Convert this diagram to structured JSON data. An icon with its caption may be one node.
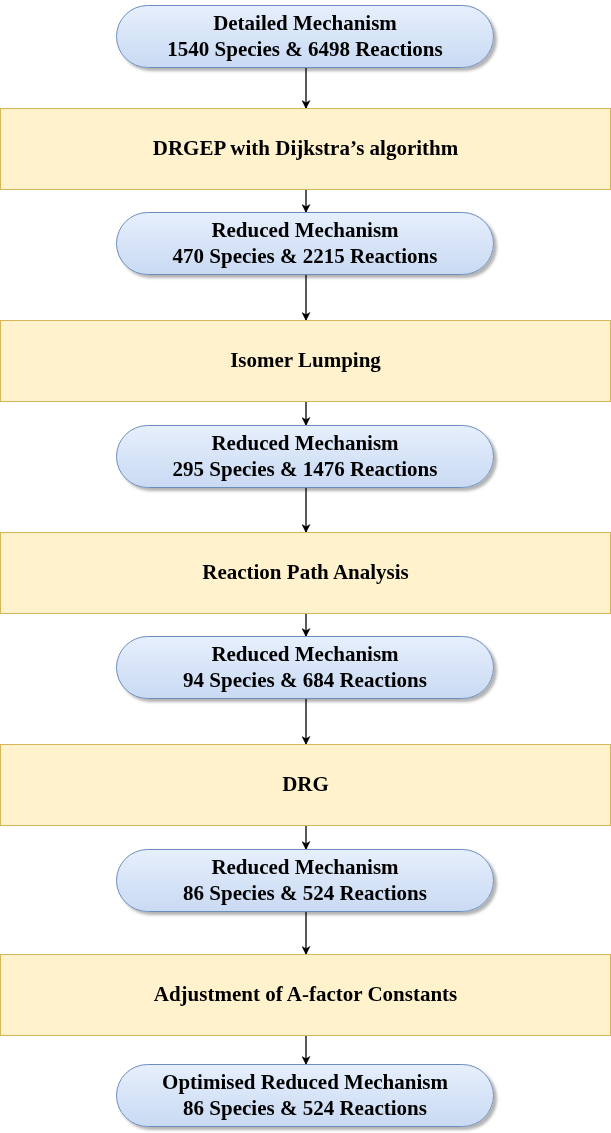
{
  "diagram": {
    "nodes": [
      {
        "text": [
          "Detailed Mechanism",
          "1540 Species & 6498 Reactions"
        ]
      },
      {
        "text": [
          "DRGEP with Dijkstra’s algorithm"
        ]
      },
      {
        "text": [
          "Reduced Mechanism",
          "470 Species & 2215 Reactions"
        ]
      },
      {
        "text": [
          "Isomer Lumping"
        ]
      },
      {
        "text": [
          "Reduced Mechanism",
          "295 Species & 1476 Reactions"
        ]
      },
      {
        "text": [
          "Reaction Path Analysis"
        ]
      },
      {
        "text": [
          "Reduced Mechanism",
          "94 Species & 684 Reactions"
        ]
      },
      {
        "text": [
          "DRG"
        ]
      },
      {
        "text": [
          "Reduced Mechanism",
          "86 Species & 524 Reactions"
        ]
      },
      {
        "text": [
          "Adjustment of A-factor Constants"
        ]
      },
      {
        "text": [
          "Optimised Reduced Mechanism",
          "86 Species & 524 Reactions"
        ]
      }
    ],
    "edges": [
      {
        "from": 0,
        "to": 1,
        "arrow": "to"
      },
      {
        "from": 1,
        "to": 2,
        "arrow": "to"
      },
      {
        "from": 2,
        "to": 3,
        "arrow": "to"
      },
      {
        "from": 3,
        "to": 4,
        "arrow": "to"
      },
      {
        "from": 4,
        "to": 5,
        "arrow": "to"
      },
      {
        "from": 5,
        "to": 6,
        "arrow": "to"
      },
      {
        "from": 6,
        "to": 7,
        "arrow": "to"
      },
      {
        "from": 7,
        "to": 8,
        "arrow": "to"
      },
      {
        "from": 8,
        "to": 9,
        "arrow": "to"
      },
      {
        "from": 9,
        "to": 10,
        "arrow": "to"
      }
    ]
  }
}
